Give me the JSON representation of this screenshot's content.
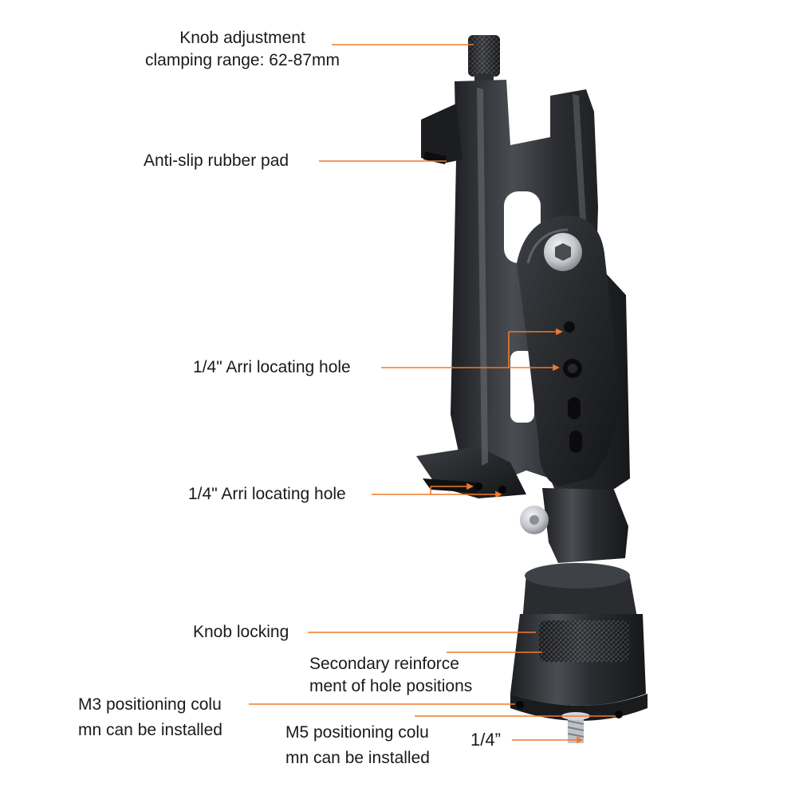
{
  "colors": {
    "background": "#ffffff",
    "callout_line": "#f07a2a",
    "label_text": "#1a1a1a",
    "metal_dark": "#202124",
    "metal_mid": "#34363a",
    "metal_light": "#55585e",
    "screw_silver": "#c9ccd1"
  },
  "product": {
    "name": "phone-clamp-mount-with-arri-locating-holes"
  },
  "callouts": {
    "knob_adjustment": {
      "line1": "Knob adjustment",
      "line2": "clamping range: 62-87mm"
    },
    "anti_slip": {
      "text": "Anti-slip rubber pad"
    },
    "arri_hole_upper": {
      "text": "1/4\" Arri locating hole"
    },
    "arri_hole_lower": {
      "text": "1/4\" Arri locating hole"
    },
    "knob_locking": {
      "text": "Knob locking"
    },
    "secondary_reinforcement": {
      "line1": "Secondary reinforce",
      "line2": "ment of hole positions"
    },
    "m3_column": {
      "line1": "M3 positioning colu",
      "line2": "mn can be installed"
    },
    "m5_column": {
      "line1": "M5 positioning colu",
      "line2": "mn can be installed"
    },
    "quarter_inch": {
      "text": "1/4”"
    }
  }
}
